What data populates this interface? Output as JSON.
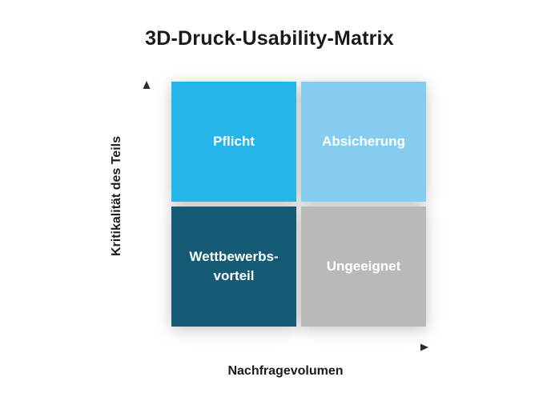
{
  "title": "3D-Druck-Usability-Matrix",
  "axes": {
    "y_label": "Kritikalität des Teils",
    "x_label": "Nachfragevolumen"
  },
  "quadrants": [
    {
      "label": "Pflicht",
      "color": "#26b5e8"
    },
    {
      "label": "Absicherung",
      "color": "#85cdf0"
    },
    {
      "label": "Wettbewerbs-\nvorteil",
      "color": "#155b75"
    },
    {
      "label": "Ungeeignet",
      "color": "#b9b9b9"
    }
  ],
  "colors": {
    "arrow": "#2b2b2b",
    "text": "#1a1a1a"
  }
}
